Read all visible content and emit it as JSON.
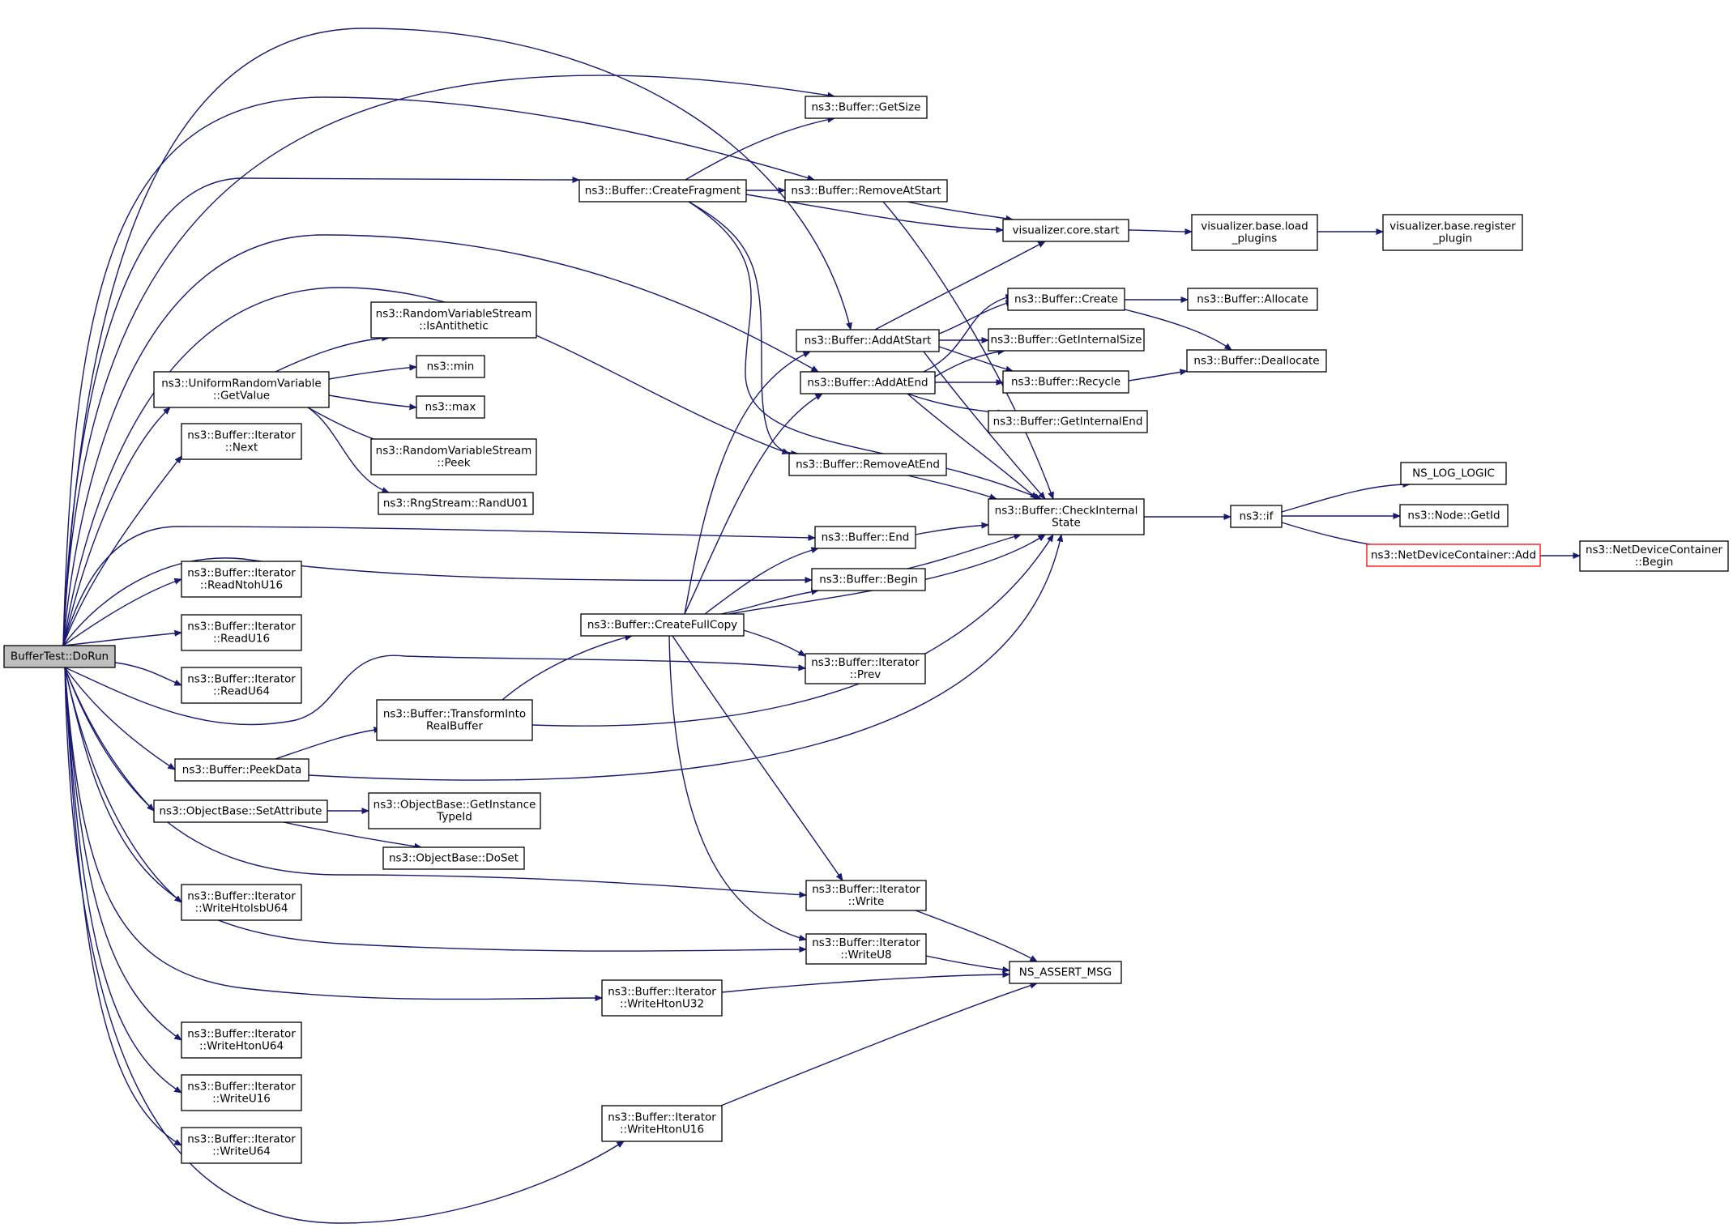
{
  "diagram": {
    "type": "call-graph",
    "colors": {
      "edge": "#191970",
      "root_fill": "#bfbfbf",
      "truncated_border": "#ff0000"
    },
    "nodes": [
      {
        "id": "n0",
        "lines": [
          "BufferTest::DoRun"
        ],
        "root": true
      },
      {
        "id": "n1",
        "lines": [
          "ns3::Buffer::GetSize"
        ]
      },
      {
        "id": "n2",
        "lines": [
          "ns3::Buffer::CreateFragment"
        ]
      },
      {
        "id": "n3",
        "lines": [
          "ns3::Buffer::RemoveAtStart"
        ]
      },
      {
        "id": "n4",
        "lines": [
          "visualizer.core.start"
        ]
      },
      {
        "id": "n5",
        "lines": [
          "visualizer.base.load",
          "_plugins"
        ]
      },
      {
        "id": "n6",
        "lines": [
          "visualizer.base.register",
          "_plugin"
        ]
      },
      {
        "id": "n7",
        "lines": [
          "ns3::RandomVariableStream",
          "::IsAntithetic"
        ]
      },
      {
        "id": "n8",
        "lines": [
          "ns3::UniformRandomVariable",
          "::GetValue"
        ]
      },
      {
        "id": "n9",
        "lines": [
          "ns3::min"
        ]
      },
      {
        "id": "n10",
        "lines": [
          "ns3::max"
        ]
      },
      {
        "id": "n11",
        "lines": [
          "ns3::RandomVariableStream",
          "::Peek"
        ]
      },
      {
        "id": "n12",
        "lines": [
          "ns3::RngStream::RandU01"
        ]
      },
      {
        "id": "n13",
        "lines": [
          "ns3::Buffer::Iterator",
          "::Next"
        ]
      },
      {
        "id": "n14",
        "lines": [
          "ns3::Buffer::AddAtStart"
        ]
      },
      {
        "id": "n15",
        "lines": [
          "ns3::Buffer::AddAtEnd"
        ]
      },
      {
        "id": "n16",
        "lines": [
          "ns3::Buffer::RemoveAtEnd"
        ]
      },
      {
        "id": "n17",
        "lines": [
          "ns3::Buffer::Create"
        ]
      },
      {
        "id": "n18",
        "lines": [
          "ns3::Buffer::Allocate"
        ]
      },
      {
        "id": "n19",
        "lines": [
          "ns3::Buffer::GetInternalSize"
        ]
      },
      {
        "id": "n20",
        "lines": [
          "ns3::Buffer::Deallocate"
        ]
      },
      {
        "id": "n21",
        "lines": [
          "ns3::Buffer::Recycle"
        ]
      },
      {
        "id": "n22",
        "lines": [
          "ns3::Buffer::GetInternalEnd"
        ]
      },
      {
        "id": "n23",
        "lines": [
          "ns3::Buffer::CheckInternal",
          "State"
        ]
      },
      {
        "id": "n24",
        "lines": [
          "ns3::if"
        ]
      },
      {
        "id": "n25",
        "lines": [
          "NS_LOG_LOGIC"
        ]
      },
      {
        "id": "n26",
        "lines": [
          "ns3::Node::GetId"
        ]
      },
      {
        "id": "n27",
        "lines": [
          "ns3::NetDeviceContainer::Add"
        ],
        "red": true
      },
      {
        "id": "n28",
        "lines": [
          "ns3::NetDeviceContainer",
          "::Begin"
        ]
      },
      {
        "id": "n29",
        "lines": [
          "ns3::Buffer::End"
        ]
      },
      {
        "id": "n30",
        "lines": [
          "ns3::Buffer::Begin"
        ]
      },
      {
        "id": "n31",
        "lines": [
          "ns3::Buffer::Iterator",
          "::ReadNtohU16"
        ]
      },
      {
        "id": "n32",
        "lines": [
          "ns3::Buffer::Iterator",
          "::ReadU16"
        ]
      },
      {
        "id": "n33",
        "lines": [
          "ns3::Buffer::CreateFullCopy"
        ]
      },
      {
        "id": "n34",
        "lines": [
          "ns3::Buffer::Iterator",
          "::ReadU64"
        ]
      },
      {
        "id": "n35",
        "lines": [
          "ns3::Buffer::Iterator",
          "::Prev"
        ]
      },
      {
        "id": "n36",
        "lines": [
          "ns3::Buffer::TransformInto",
          "RealBuffer"
        ]
      },
      {
        "id": "n37",
        "lines": [
          "ns3::Buffer::PeekData"
        ]
      },
      {
        "id": "n38",
        "lines": [
          "ns3::ObjectBase::SetAttribute"
        ]
      },
      {
        "id": "n39",
        "lines": [
          "ns3::ObjectBase::GetInstance",
          "TypeId"
        ]
      },
      {
        "id": "n40",
        "lines": [
          "ns3::ObjectBase::DoSet"
        ]
      },
      {
        "id": "n41",
        "lines": [
          "ns3::Buffer::Iterator",
          "::WriteHtolsbU64"
        ]
      },
      {
        "id": "n42",
        "lines": [
          "ns3::Buffer::Iterator",
          "::Write"
        ]
      },
      {
        "id": "n43",
        "lines": [
          "ns3::Buffer::Iterator",
          "::WriteU8"
        ]
      },
      {
        "id": "n44",
        "lines": [
          "NS_ASSERT_MSG"
        ]
      },
      {
        "id": "n45",
        "lines": [
          "ns3::Buffer::Iterator",
          "::WriteHtonU32"
        ]
      },
      {
        "id": "n46",
        "lines": [
          "ns3::Buffer::Iterator",
          "::WriteHtonU64"
        ]
      },
      {
        "id": "n47",
        "lines": [
          "ns3::Buffer::Iterator",
          "::WriteU16"
        ]
      },
      {
        "id": "n48",
        "lines": [
          "ns3::Buffer::Iterator",
          "::WriteU64"
        ]
      },
      {
        "id": "n49",
        "lines": [
          "ns3::Buffer::Iterator",
          "::WriteHtonU16"
        ]
      }
    ],
    "edges": [
      [
        "n0",
        "n1"
      ],
      [
        "n0",
        "n3"
      ],
      [
        "n0",
        "n2"
      ],
      [
        "n0",
        "n14"
      ],
      [
        "n0",
        "n15"
      ],
      [
        "n0",
        "n16"
      ],
      [
        "n0",
        "n8"
      ],
      [
        "n0",
        "n13"
      ],
      [
        "n0",
        "n29"
      ],
      [
        "n0",
        "n30"
      ],
      [
        "n0",
        "n31"
      ],
      [
        "n0",
        "n32"
      ],
      [
        "n0",
        "n34"
      ],
      [
        "n0",
        "n35"
      ],
      [
        "n0",
        "n37"
      ],
      [
        "n0",
        "n38"
      ],
      [
        "n0",
        "n41"
      ],
      [
        "n0",
        "n42"
      ],
      [
        "n0",
        "n43"
      ],
      [
        "n0",
        "n45"
      ],
      [
        "n0",
        "n46"
      ],
      [
        "n0",
        "n47"
      ],
      [
        "n0",
        "n48"
      ],
      [
        "n0",
        "n49"
      ],
      [
        "n2",
        "n1"
      ],
      [
        "n2",
        "n3"
      ],
      [
        "n2",
        "n4"
      ],
      [
        "n2",
        "n16"
      ],
      [
        "n2",
        "n23"
      ],
      [
        "n3",
        "n4"
      ],
      [
        "n3",
        "n23"
      ],
      [
        "n4",
        "n5"
      ],
      [
        "n5",
        "n6"
      ],
      [
        "n8",
        "n7"
      ],
      [
        "n8",
        "n9"
      ],
      [
        "n8",
        "n10"
      ],
      [
        "n8",
        "n11"
      ],
      [
        "n8",
        "n12"
      ],
      [
        "n14",
        "n4"
      ],
      [
        "n14",
        "n17"
      ],
      [
        "n14",
        "n19"
      ],
      [
        "n14",
        "n21"
      ],
      [
        "n14",
        "n23"
      ],
      [
        "n15",
        "n17"
      ],
      [
        "n15",
        "n19"
      ],
      [
        "n15",
        "n21"
      ],
      [
        "n15",
        "n22"
      ],
      [
        "n15",
        "n23"
      ],
      [
        "n16",
        "n23"
      ],
      [
        "n17",
        "n18"
      ],
      [
        "n17",
        "n20"
      ],
      [
        "n21",
        "n20"
      ],
      [
        "n23",
        "n24"
      ],
      [
        "n24",
        "n25"
      ],
      [
        "n24",
        "n26"
      ],
      [
        "n24",
        "n27"
      ],
      [
        "n27",
        "n28"
      ],
      [
        "n29",
        "n23"
      ],
      [
        "n30",
        "n23"
      ],
      [
        "n33",
        "n14"
      ],
      [
        "n33",
        "n15"
      ],
      [
        "n33",
        "n29"
      ],
      [
        "n33",
        "n30"
      ],
      [
        "n33",
        "n35"
      ],
      [
        "n33",
        "n23"
      ],
      [
        "n33",
        "n42"
      ],
      [
        "n33",
        "n43"
      ],
      [
        "n36",
        "n33"
      ],
      [
        "n36",
        "n23"
      ],
      [
        "n37",
        "n36"
      ],
      [
        "n37",
        "n23"
      ],
      [
        "n38",
        "n39"
      ],
      [
        "n38",
        "n40"
      ],
      [
        "n42",
        "n44"
      ],
      [
        "n43",
        "n44"
      ],
      [
        "n45",
        "n44"
      ],
      [
        "n49",
        "n44"
      ]
    ]
  }
}
